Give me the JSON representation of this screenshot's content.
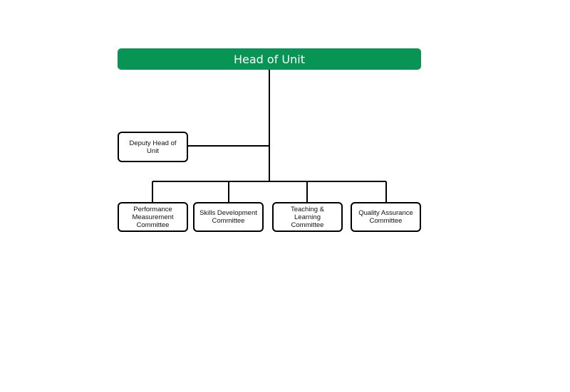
{
  "org_chart": {
    "head": {
      "label": "Head of Unit",
      "color": "#079455"
    },
    "deputy": {
      "label": "Deputy Head of Unit"
    },
    "committees": [
      {
        "label": "Performance Measurement Committee"
      },
      {
        "label": "Skills Development Committee"
      },
      {
        "label": "Teaching & Learning Committee"
      },
      {
        "label": "Quality Assurance Committee"
      }
    ]
  }
}
